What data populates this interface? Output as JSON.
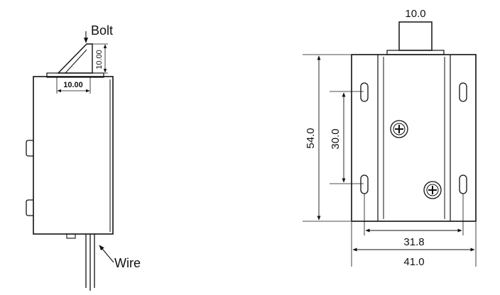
{
  "side_view": {
    "bolt_label": "Bolt",
    "wire_label": "Wire",
    "bolt_width_dim": "10.00",
    "bolt_height_dim": "10.00"
  },
  "front_view": {
    "bolt_width_dim": "10.0",
    "height_dim": "54.0",
    "hole_spacing_vertical_dim": "30.0",
    "hole_spacing_horizontal_dim": "31.8",
    "width_dim": "41.0"
  },
  "colors": {
    "line": "#111111",
    "background": "#ffffff"
  }
}
